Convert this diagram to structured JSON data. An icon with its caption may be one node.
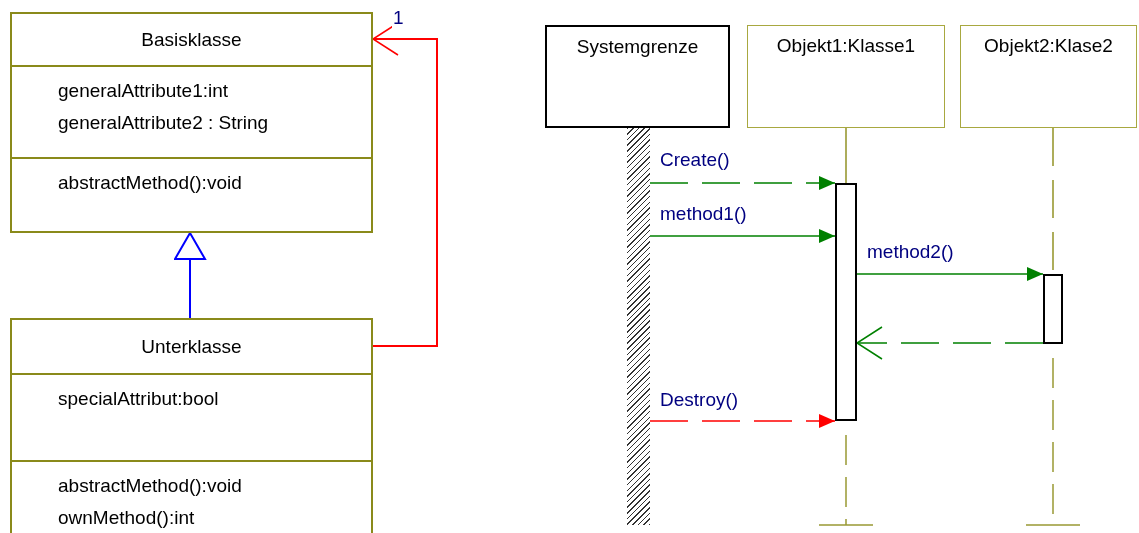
{
  "diagram": {
    "nodes": [
      {
        "text": [
          "Basisklasse",
          "generalAttribute1:int",
          "generalAttribute2 : String",
          "abstractMethod():void"
        ]
      },
      {
        "text": [
          "Unterklasse",
          "specialAttribut:bool",
          "abstractMethod():void",
          "ownMethod():int"
        ]
      },
      {
        "text": [
          "Systemgrenze"
        ]
      },
      {
        "text": [
          "Objekt1:Klasse1"
        ]
      },
      {
        "text": [
          "Objekt2:Klase2"
        ]
      },
      {
        "text": [],
        "shape": "bar"
      },
      {
        "text": [],
        "shape": "bar"
      },
      {
        "text": [],
        "shape": "bar"
      }
    ],
    "edges": [
      {
        "from": 1,
        "to": 0,
        "arrow": "to",
        "color": "#0000ff"
      },
      {
        "from": 1,
        "to": 0,
        "arrow": "to",
        "label": "1",
        "color": "#ff0000"
      },
      {
        "from": 5,
        "to": 6,
        "arrow": "to",
        "label": "Create()",
        "style": "dashed"
      },
      {
        "from": 5,
        "to": 6,
        "arrow": "to",
        "label": "method1()"
      },
      {
        "from": 6,
        "to": 7,
        "arrow": "to",
        "label": "method2()"
      },
      {
        "from": 7,
        "to": 6,
        "arrow": "to",
        "style": "dashed"
      },
      {
        "from": 5,
        "to": 6,
        "arrow": "to",
        "label": "Destroy()",
        "style": "dashed",
        "color": "#ff0000"
      },
      {
        "from": 3,
        "to": 6,
        "arrow": "none",
        "color": "#999933"
      },
      {
        "from": 4,
        "to": 7,
        "arrow": "none",
        "style": "dashed",
        "color": "#999933"
      }
    ]
  }
}
